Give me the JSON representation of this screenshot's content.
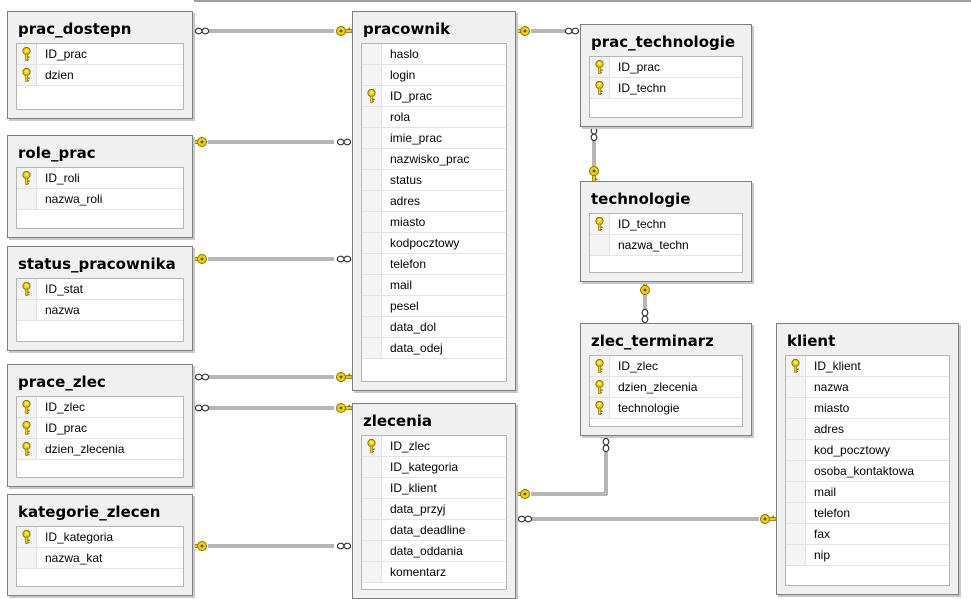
{
  "tables": {
    "prac_dostepn": {
      "title": "prac_dostepn",
      "rows": [
        {
          "name": "ID_prac",
          "key": true
        },
        {
          "name": "dzien",
          "key": true
        }
      ]
    },
    "role_prac": {
      "title": "role_prac",
      "rows": [
        {
          "name": "ID_roli",
          "key": true
        },
        {
          "name": "nazwa_roli",
          "key": false
        }
      ]
    },
    "status_pracownika": {
      "title": "status_pracownika",
      "rows": [
        {
          "name": "ID_stat",
          "key": true
        },
        {
          "name": "nazwa",
          "key": false
        }
      ]
    },
    "prace_zlec": {
      "title": "prace_zlec",
      "rows": [
        {
          "name": "ID_zlec",
          "key": true
        },
        {
          "name": "ID_prac",
          "key": true
        },
        {
          "name": "dzien_zlecenia",
          "key": true
        }
      ]
    },
    "kategorie_zlecen": {
      "title": "kategorie_zlecen",
      "rows": [
        {
          "name": "ID_kategoria",
          "key": true
        },
        {
          "name": "nazwa_kat",
          "key": false
        }
      ]
    },
    "pracownik": {
      "title": "pracownik",
      "rows": [
        {
          "name": "haslo",
          "key": false
        },
        {
          "name": "login",
          "key": false
        },
        {
          "name": "ID_prac",
          "key": true
        },
        {
          "name": "rola",
          "key": false
        },
        {
          "name": "imie_prac",
          "key": false
        },
        {
          "name": "nazwisko_prac",
          "key": false
        },
        {
          "name": "status",
          "key": false
        },
        {
          "name": "adres",
          "key": false
        },
        {
          "name": "miasto",
          "key": false
        },
        {
          "name": "kodpocztowy",
          "key": false
        },
        {
          "name": "telefon",
          "key": false
        },
        {
          "name": "mail",
          "key": false
        },
        {
          "name": "pesel",
          "key": false
        },
        {
          "name": "data_dol",
          "key": false
        },
        {
          "name": "data_odej",
          "key": false
        }
      ]
    },
    "zlecenia": {
      "title": "zlecenia",
      "rows": [
        {
          "name": "ID_zlec",
          "key": true
        },
        {
          "name": "ID_kategoria",
          "key": false
        },
        {
          "name": "ID_klient",
          "key": false
        },
        {
          "name": "data_przyj",
          "key": false
        },
        {
          "name": "data_deadline",
          "key": false
        },
        {
          "name": "data_oddania",
          "key": false
        },
        {
          "name": "komentarz",
          "key": false
        }
      ]
    },
    "prac_technologie": {
      "title": "prac_technologie",
      "rows": [
        {
          "name": "ID_prac",
          "key": true
        },
        {
          "name": "ID_techn",
          "key": true
        }
      ]
    },
    "technologie": {
      "title": "technologie",
      "rows": [
        {
          "name": "ID_techn",
          "key": true
        },
        {
          "name": "nazwa_techn",
          "key": false
        }
      ]
    },
    "zlec_terminarz": {
      "title": "zlec_terminarz",
      "rows": [
        {
          "name": "ID_zlec",
          "key": true
        },
        {
          "name": "dzien_zlecenia",
          "key": true
        },
        {
          "name": "technologie",
          "key": true
        }
      ]
    },
    "klient": {
      "title": "klient",
      "rows": [
        {
          "name": "ID_klient",
          "key": true
        },
        {
          "name": "nazwa",
          "key": false
        },
        {
          "name": "miasto",
          "key": false
        },
        {
          "name": "adres",
          "key": false
        },
        {
          "name": "kod_pocztowy",
          "key": false
        },
        {
          "name": "osoba_kontaktowa",
          "key": false
        },
        {
          "name": "mail",
          "key": false
        },
        {
          "name": "telefon",
          "key": false
        },
        {
          "name": "fax",
          "key": false
        },
        {
          "name": "nip",
          "key": false
        }
      ]
    }
  },
  "relationships": [
    {
      "from": "prac_dostepn",
      "to": "pracownik",
      "one": "pracownik",
      "many": "prac_dostepn"
    },
    {
      "from": "role_prac",
      "to": "pracownik",
      "one": "role_prac",
      "many": "pracownik"
    },
    {
      "from": "status_pracownika",
      "to": "pracownik",
      "one": "status_pracownika",
      "many": "pracownik"
    },
    {
      "from": "prace_zlec",
      "to": "pracownik",
      "one": "pracownik",
      "many": "prace_zlec"
    },
    {
      "from": "prace_zlec",
      "to": "zlecenia",
      "one": "zlecenia",
      "many": "prace_zlec"
    },
    {
      "from": "kategorie_zlecen",
      "to": "zlecenia",
      "one": "kategorie_zlecen",
      "many": "zlecenia"
    },
    {
      "from": "pracownik",
      "to": "prac_technologie",
      "one": "pracownik",
      "many": "prac_technologie"
    },
    {
      "from": "prac_technologie",
      "to": "technologie",
      "one": "technologie",
      "many": "prac_technologie"
    },
    {
      "from": "technologie",
      "to": "zlec_terminarz",
      "one": "technologie",
      "many": "zlec_terminarz"
    },
    {
      "from": "zlec_terminarz",
      "to": "zlecenia",
      "one": "zlecenia",
      "many": "zlec_terminarz"
    },
    {
      "from": "zlecenia",
      "to": "klient",
      "one": "klient",
      "many": "zlecenia"
    }
  ],
  "colors": {
    "key": "#f0d000",
    "key_outline": "#8a7000",
    "line": "#6e6e6e",
    "panel": "#f0f0f0"
  }
}
